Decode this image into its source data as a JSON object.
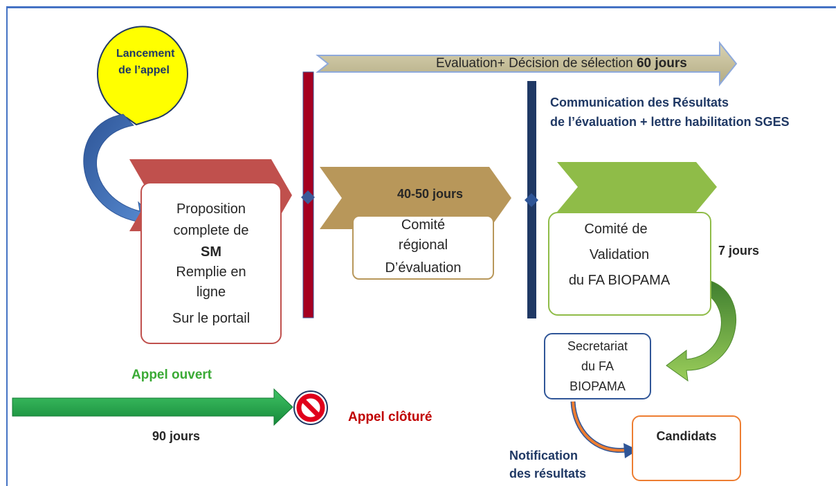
{
  "launch": {
    "line1": "Lancement",
    "line2": "de l’appel"
  },
  "top_arrow": {
    "text": "Evaluation+ Décision de sélection ",
    "bold": "60 jours"
  },
  "communication": {
    "line1": "Communication des Résultats",
    "line2": "de l’évaluation + lettre habilitation SGES"
  },
  "proposal": {
    "line1": "Proposition",
    "line2": "complete de",
    "line3": "SM",
    "line4": "Remplie en",
    "line5": "ligne",
    "line6": "Sur le portail"
  },
  "regional": {
    "duration": "40-50 jours",
    "line1": "Comité",
    "line2": "régional",
    "line3": "D’évaluation"
  },
  "validation": {
    "line1": "Comité de",
    "line2": "Validation",
    "line3": "du FA BIOPAMA",
    "duration": "7 jours"
  },
  "secretariat": {
    "line1": "Secretariat",
    "line2": "du FA",
    "line3": "BIOPAMA"
  },
  "open_call": {
    "label": "Appel ouvert",
    "duration": "90 jours"
  },
  "closed_call": {
    "label": "Appel clôturé"
  },
  "notification": {
    "line1": "Notification",
    "line2": "des résultats"
  },
  "candidates": {
    "label": "Candidats"
  },
  "colors": {
    "frame": "#4472c4",
    "yellow": "#ffff00",
    "red_chevron": "#c0504d",
    "gold_chevron": "#b8975a",
    "green_chevron": "#8fbc48",
    "bar_red": "#a50021",
    "bar_navy": "#1f3864",
    "green_arrow": "#22a74a",
    "tan_arrow": "#c4bd97",
    "green_text": "#3aaa35",
    "red_text": "#c00000",
    "navy_text": "#1f3864",
    "orange": "#ed7d31"
  }
}
